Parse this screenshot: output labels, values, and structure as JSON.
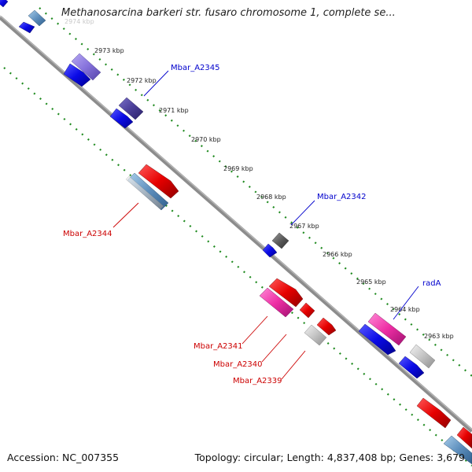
{
  "map": {
    "title": "Methanosarcina barkeri str. fusaro chromosome 1, complete se...",
    "accession": "Accession: NC_007355",
    "summary": "Topology: circular; Length: 4,837,408 bp; Genes: 3,679",
    "ticks": [
      "2973 kbp",
      "2972 kbp",
      "2971 kbp",
      "2970 kbp",
      "2969 kbp",
      "2968 kbp",
      "2967 kbp",
      "2966 kbp",
      "2965 kbp",
      "2964 kbp",
      "2963 kbp"
    ],
    "partial_tick": "2974 kbp",
    "gene_labels": [
      {
        "text": "Mbar_A2345",
        "color": "#0000cc"
      },
      {
        "text": "Mbar_A2342",
        "color": "#0000cc"
      },
      {
        "text": "radA",
        "color": "#0000cc"
      },
      {
        "text": "Mbar_A2344",
        "color": "#cc0000"
      },
      {
        "text": "Mbar_A2341",
        "color": "#cc0000"
      },
      {
        "text": "Mbar_A2340",
        "color": "#cc0000"
      },
      {
        "text": "Mbar_A2339",
        "color": "#cc0000"
      }
    ],
    "colors": {
      "forward_cds": "#0a0ae6",
      "reverse_cds": "#e60000",
      "backbone": "#8c8c8c",
      "gc_dots": "#1f8a1f",
      "forward_label": "#0000cc",
      "reverse_label": "#cc0000"
    }
  }
}
